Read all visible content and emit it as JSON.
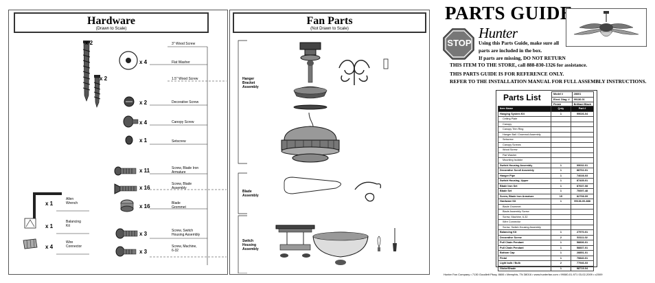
{
  "hardware": {
    "title": "Hardware",
    "subtitle": "(Drawn to Scale)",
    "items": [
      {
        "qty": "x 2",
        "label": "3\" Wood Screw"
      },
      {
        "qty": "x 4",
        "label": "Flat Washer"
      },
      {
        "qty": "x 2",
        "label": "1.5\" Wood Screw"
      },
      {
        "qty": "x 2",
        "label": "Decorative Screw"
      },
      {
        "qty": "x 4",
        "label": "Canopy Screw"
      },
      {
        "qty": "x 1",
        "label": "Setscrew"
      },
      {
        "qty": "x 11",
        "label": "Screw, Blade Iron Armature"
      },
      {
        "qty": "x 16",
        "label": "Screw, Blade Assembly"
      },
      {
        "qty": "x 16",
        "label": "Blade Grommet"
      },
      {
        "qty": "x 3",
        "label": "Screw, Switch Housing Assembly"
      },
      {
        "qty": "x 3",
        "label": "Screw, Machine, 6-32"
      },
      {
        "qty": "x 1",
        "label": "Allen Wrench"
      },
      {
        "qty": "x 1",
        "label": "Balancing Kit"
      },
      {
        "qty": "x 4",
        "label": "Wire Connector"
      }
    ]
  },
  "fan_parts": {
    "title": "Fan Parts",
    "subtitle": "(Not Drawn to Scale)",
    "sections": [
      "Hanger Bracket Assembly",
      "Blade Assembly",
      "Switch Housing Assembly"
    ]
  },
  "guide": {
    "title": "PARTS GUIDE",
    "brand": "Hunter",
    "stop": "STOP",
    "line1": "Using this Parts Guide, make sure all",
    "line2": "parts are included in the box.",
    "line3": "If parts are missing, DO NOT RETURN",
    "line4": "THIS ITEM TO THE STORE, call 888-830-1326 for assistance.",
    "line5": "THIS PARTS GUIDE IS FOR REFERENCE ONLY.",
    "line6": "REFER TO THE INSTALLATION MANUAL FOR FULL ASSEMBLY INSTRUCTIONS."
  },
  "parts_list": {
    "title": "Parts List",
    "meta": [
      [
        "Model #",
        "28601"
      ],
      [
        "Elect. Diag. #",
        "99136-01"
      ],
      [
        "Finish",
        "Brilliant Black"
      ]
    ],
    "headers": [
      "Item Name",
      "Qnty",
      "Part #"
    ],
    "rows": [
      {
        "name": "Hanging System Kit",
        "qty": "1",
        "part": "99026-04",
        "bold": true
      },
      {
        "name": "Ceiling Plate",
        "qty": "",
        "part": "",
        "bold": false
      },
      {
        "name": "Canopy",
        "qty": "",
        "part": "",
        "bold": false
      },
      {
        "name": "Canopy Trim Ring",
        "qty": "",
        "part": "",
        "bold": false
      },
      {
        "name": "Hanger Ball / Downrod Assembly",
        "qty": "",
        "part": "",
        "bold": false
      },
      {
        "name": "Setscrew",
        "qty": "",
        "part": "",
        "bold": false
      },
      {
        "name": "Canopy Screws",
        "qty": "",
        "part": "",
        "bold": false
      },
      {
        "name": "Wood Screw",
        "qty": "",
        "part": "",
        "bold": false
      },
      {
        "name": "Flat Washer",
        "qty": "",
        "part": "",
        "bold": false
      },
      {
        "name": "Mounting Isolator",
        "qty": "",
        "part": "",
        "bold": false
      },
      {
        "name": "Switch Housing Assembly",
        "qty": "1",
        "part": "99032-01",
        "bold": true
      },
      {
        "name": "Decorative Scroll Assembly",
        "qty": "1",
        "part": "88702-01",
        "bold": true
      },
      {
        "name": "Hanger Pipe",
        "qty": "1",
        "part": "74028-03",
        "bold": true
      },
      {
        "name": "Switch Housing, Upper",
        "qty": "1",
        "part": "87435-01",
        "bold": true
      },
      {
        "name": "Blade Iron Set",
        "qty": "1",
        "part": "87637-08",
        "bold": true
      },
      {
        "name": "Blade Set",
        "qty": "1",
        "part": "70697-48",
        "bold": true
      },
      {
        "name": "Screw, Blade Iron Armature",
        "qty": "15",
        "part": "82708-09",
        "bold": true
      },
      {
        "name": "Hardware Kit",
        "qty": "1",
        "part": "99136-00-888",
        "bold": true
      },
      {
        "name": "Blade Grommet",
        "qty": "",
        "part": "",
        "bold": false
      },
      {
        "name": "Blade Assembly Screw",
        "qty": "",
        "part": "",
        "bold": false
      },
      {
        "name": "Screw, Machine, 6-32",
        "qty": "",
        "part": "",
        "bold": false
      },
      {
        "name": "Wire Connector",
        "qty": "",
        "part": "",
        "bold": false
      },
      {
        "name": "Screw, Switch Housing Assembly",
        "qty": "",
        "part": "",
        "bold": false
      },
      {
        "name": "Balancing Kit",
        "qty": "1",
        "part": "27970-01",
        "bold": true
      },
      {
        "name": "Decorative Screw",
        "qty": "2",
        "part": "53111-02",
        "bold": true
      },
      {
        "name": "Pull Chain Pendant",
        "qty": "1",
        "part": "58836-01",
        "bold": true
      },
      {
        "name": "Pull Chain Pendant",
        "qty": "1",
        "part": "58837-01",
        "bold": true
      },
      {
        "name": "Bottom Cap",
        "qty": "1",
        "part": "28851-01",
        "bold": true
      },
      {
        "name": "Finial",
        "qty": "1",
        "part": "79840-01",
        "bold": true
      },
      {
        "name": "Light bulb / Bulb",
        "qty": "2",
        "part": "77946-03",
        "bold": true
      },
      {
        "name": "Globe/Shade",
        "qty": "1",
        "part": "98719-04",
        "bold": true
      }
    ]
  },
  "footer": "Hunter Fan Company  •  7130 Goodlett Pkwy, 8606  •  Memphis, TN 38016  •  www.hunterfan.com  •  99080-01-971  03-02-2009  •  c2009"
}
